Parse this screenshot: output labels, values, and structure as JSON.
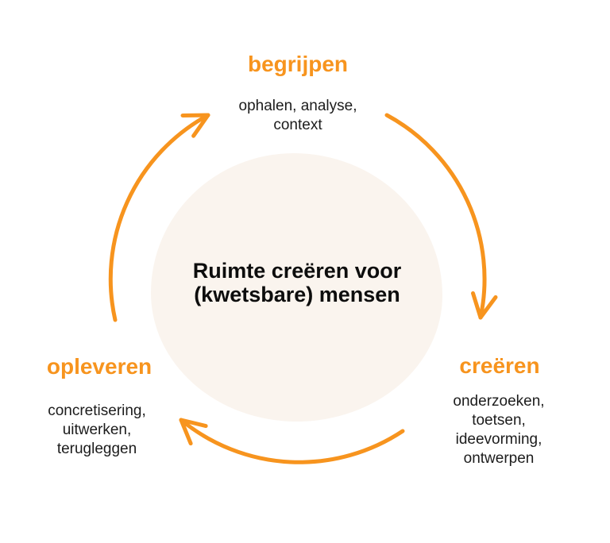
{
  "colors": {
    "accent": "#F7941E",
    "blob_fill": "#FAF4EE",
    "body_text": "#1C1C1C",
    "title_text": "#0D0D0D"
  },
  "center": {
    "title": "Ruimte creëren voor\n(kwetsbare) mensen"
  },
  "phases": [
    {
      "id": "begrijpen",
      "label": "begrijpen",
      "details": "ophalen, analyse,\ncontext"
    },
    {
      "id": "creeren",
      "label": "creëren",
      "details": "onderzoeken, toetsen,\nideevorming,\nontwerpen"
    },
    {
      "id": "opleveren",
      "label": "opleveren",
      "details": "concretisering,\nuitwerken,\nterugleggen"
    }
  ]
}
